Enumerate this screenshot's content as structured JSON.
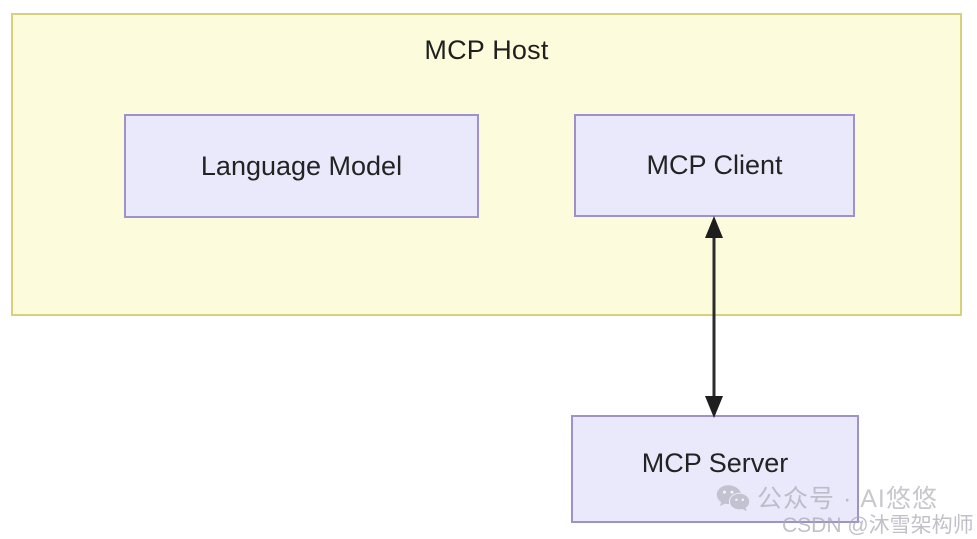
{
  "diagram": {
    "title": "MCP Host",
    "type": "architecture-diagram",
    "background_color": "#ffffff",
    "host": {
      "label": "MCP Host",
      "fill_color": "#fcfbdb",
      "border_color": "#d6d17a"
    },
    "nodes": [
      {
        "id": "language-model",
        "label": "Language Model",
        "fill_color": "#eae8fb",
        "border_color": "#9e92c9",
        "inside_host": true
      },
      {
        "id": "mcp-client",
        "label": "MCP Client",
        "fill_color": "#eae8fb",
        "border_color": "#9e92c9",
        "inside_host": true
      },
      {
        "id": "mcp-server",
        "label": "MCP Server",
        "fill_color": "#eae8fb",
        "border_color": "#9e92c9",
        "inside_host": false
      }
    ],
    "connections": [
      {
        "id": "client-server-link",
        "from": "mcp-client",
        "to": "mcp-server",
        "style": "bidirectional-arrow",
        "color": "#2b2b2b"
      }
    ]
  },
  "watermarks": {
    "wechat": {
      "icon": "wechat-icon",
      "text": "公众号 · AI悠悠"
    },
    "csdn": {
      "text": "CSDN @沐雪架构师"
    }
  }
}
